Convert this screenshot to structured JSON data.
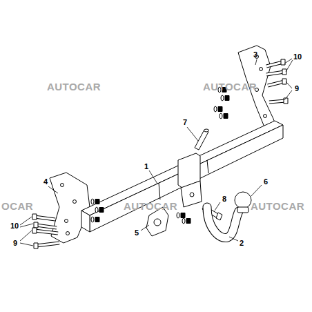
{
  "diagram": {
    "labels": [
      "1",
      "2",
      "3",
      "4",
      "5",
      "6",
      "7",
      "8",
      "9",
      "9",
      "10",
      "10",
      "AUTOCAR",
      "AUTOCAR",
      "OCAR",
      "AUTOCAR",
      "AUTOCAR"
    ]
  }
}
